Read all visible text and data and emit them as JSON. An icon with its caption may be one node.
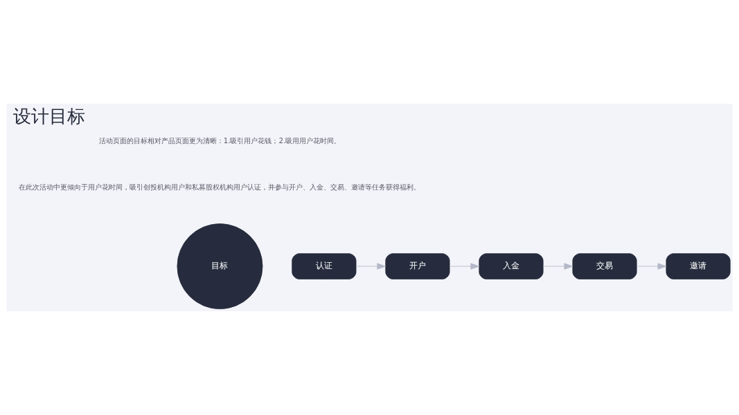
{
  "diagram": {
    "title": "设计目标",
    "nodes": [
      {
        "text": [
          "目标"
        ]
      },
      {
        "text": [
          "认证"
        ]
      },
      {
        "text": [
          "开户"
        ]
      },
      {
        "text": [
          "入金"
        ]
      },
      {
        "text": [
          "交易"
        ]
      },
      {
        "text": [
          "邀请"
        ]
      }
    ],
    "edges": [
      {
        "from": 1,
        "to": 2,
        "arrow": "to"
      },
      {
        "from": 2,
        "to": 3,
        "arrow": "to"
      },
      {
        "from": 3,
        "to": 4,
        "arrow": "to"
      },
      {
        "from": 4,
        "to": 5,
        "arrow": "to"
      }
    ],
    "labels": [
      "活动页面的目标相对产品页面更为清晰：1.吸引用户花钱；2.吸用用户花时间。",
      "在此次活动中更倾向于用户花时间，吸引创投机构用户和私募股权机构用户认证，并参与开户、入金、交易、邀请等任务获得福利。"
    ]
  }
}
